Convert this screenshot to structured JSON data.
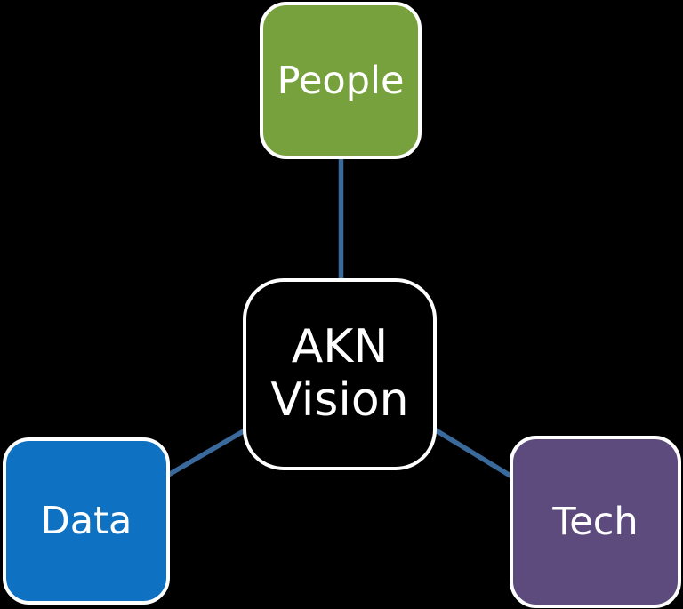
{
  "diagram": {
    "background": "#000000",
    "border_color": "#ffffff",
    "text_color": "#ffffff",
    "connector_color": "#3a699c",
    "center": {
      "id": "akn-vision",
      "label": "AKN Vision",
      "line1": "AKN",
      "line2": "Vision",
      "fill": "#000000",
      "position": "center"
    },
    "nodes": [
      {
        "id": "people",
        "label": "People",
        "fill": "#77a13c",
        "position": "top"
      },
      {
        "id": "data",
        "label": "Data",
        "fill": "#0e71c1",
        "position": "bottom-left"
      },
      {
        "id": "tech",
        "label": "Tech",
        "fill": "#5e4b7e",
        "position": "bottom-right"
      }
    ],
    "connections": [
      {
        "from": "akn-vision",
        "to": "people"
      },
      {
        "from": "akn-vision",
        "to": "data"
      },
      {
        "from": "akn-vision",
        "to": "tech"
      }
    ]
  }
}
